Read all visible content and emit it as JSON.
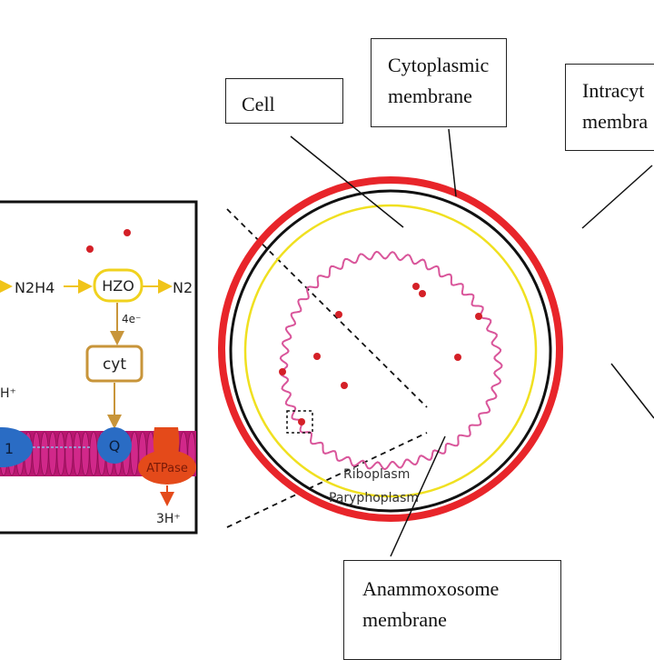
{
  "colors": {
    "cell_wall": "#e8252a",
    "membrane": "#111111",
    "paryphoplasm_boundary": "#f0e020",
    "anammoxosome_membrane": "#d9559a",
    "dot": "#d42027",
    "arrow": "#f0c419",
    "hzo_ring": "#f0d21e",
    "cyt_border": "#c8953a",
    "membrane_band": "#c2187a",
    "protein": "#2a6cc4",
    "atpase": "#e44a1a"
  },
  "callouts": {
    "cell": "Cell",
    "cytoplasmic_line1": "Cytoplasmic",
    "cytoplasmic_line2": "membrane",
    "intracyto_line1": "Intracyt",
    "intracyto_line2": "membra",
    "anammoxosome_line1": "Anammoxosome",
    "anammoxosome_line2": "membrane"
  },
  "cell_labels": {
    "riboplasm": "Riboplasm",
    "paryphoplasm": "Paryphoplasm"
  },
  "inset": {
    "n2h4": "N2H4",
    "hzo": "HZO",
    "n2": "N2",
    "electrons": "4e⁻",
    "cyt": "cyt",
    "h_plus_left": "H⁺",
    "complex1": "1",
    "quinone": "Q",
    "atpase": "ATPase",
    "h_plus_bottom": "3H⁺"
  }
}
